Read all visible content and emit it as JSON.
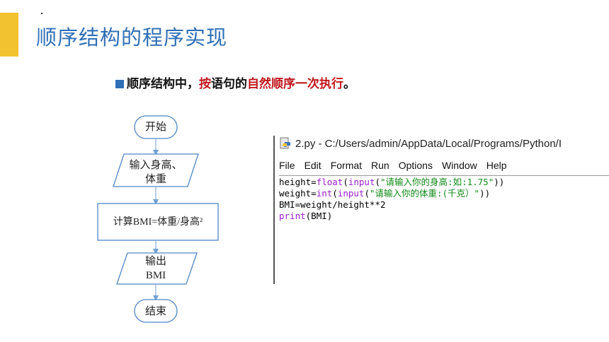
{
  "slide": {
    "title": "顺序结构的程序实现",
    "bullet": {
      "part1": "顺序结构中，",
      "part2": "按",
      "part3": "语句的",
      "part4": "自然顺序一次执行",
      "part5": "。"
    }
  },
  "flowchart": {
    "start": "开始",
    "input_line1": "输入身高、",
    "input_line2": "体重",
    "process": "计算BMI=体重/身高²",
    "output_line1": "输出",
    "output_line2": "BMI",
    "end": "结束"
  },
  "idle": {
    "title": "2.py - C:/Users/admin/AppData/Local/Programs/Python/I",
    "menu": [
      "File",
      "Edit",
      "Format",
      "Run",
      "Options",
      "Window",
      "Help"
    ],
    "code": {
      "l1_a": "height=",
      "l1_b": "float",
      "l1_c": "(",
      "l1_d": "input",
      "l1_e": "(",
      "l1_f": "\"请输入你的身高:如:1.75\"",
      "l1_g": "))",
      "l2_a": "weight=",
      "l2_b": "int",
      "l2_c": "(",
      "l2_d": "input",
      "l2_e": "(",
      "l2_f": "\"请输入你的体重:(千克）\"",
      "l2_g": "))",
      "l3": "BMI=weight/height**2",
      "l4_a": "print",
      "l4_b": "(BMI)"
    }
  }
}
